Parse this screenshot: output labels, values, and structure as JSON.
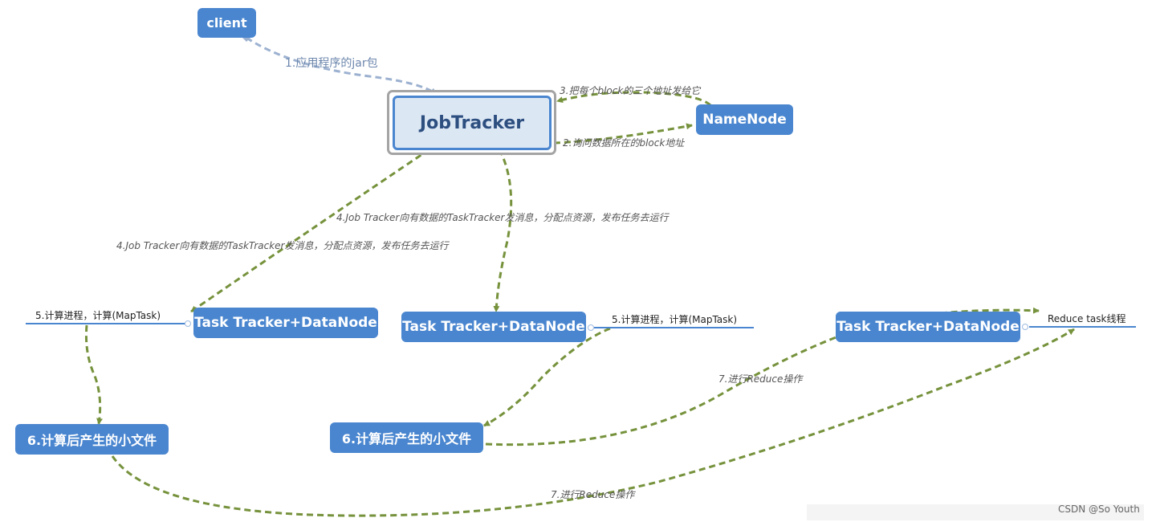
{
  "colors": {
    "node_fill": "#4a86cf",
    "jobtracker_fill": "#dce7f4",
    "jobtracker_text": "#2d4f80",
    "arrow_green": "#76923c",
    "arrow_grey_blue": "#9cb1d0"
  },
  "nodes": {
    "client": "client",
    "jobtracker": "JobTracker",
    "namenode": "NameNode",
    "tt1": "Task Tracker+DataNode",
    "tt2": "Task Tracker+DataNode",
    "tt3": "Task Tracker+DataNode",
    "file1": "6.计算后产生的小文件",
    "file2": "6.计算后产生的小文件"
  },
  "subtopics": {
    "tt1": "5.计算进程，计算(MapTask)",
    "tt2": "5.计算进程，计算(MapTask)",
    "tt3": "Reduce task线程"
  },
  "edges": {
    "e1": "1.应用程序的jar包",
    "e2": "2.询问数据所在的block地址",
    "e3": "3.把每个block的三个地址发给它",
    "e4a": "4.Job Tracker向有数据的TaskTracker发消息，分配点资源，发布任务去运行",
    "e4b": "4.Job Tracker向有数据的TaskTracker发消息，分配点资源，发布任务去运行",
    "e7a": "7.进行Reduce操作",
    "e7b": "7.进行Reduce操作"
  },
  "watermark": "CSDN @So Youth"
}
